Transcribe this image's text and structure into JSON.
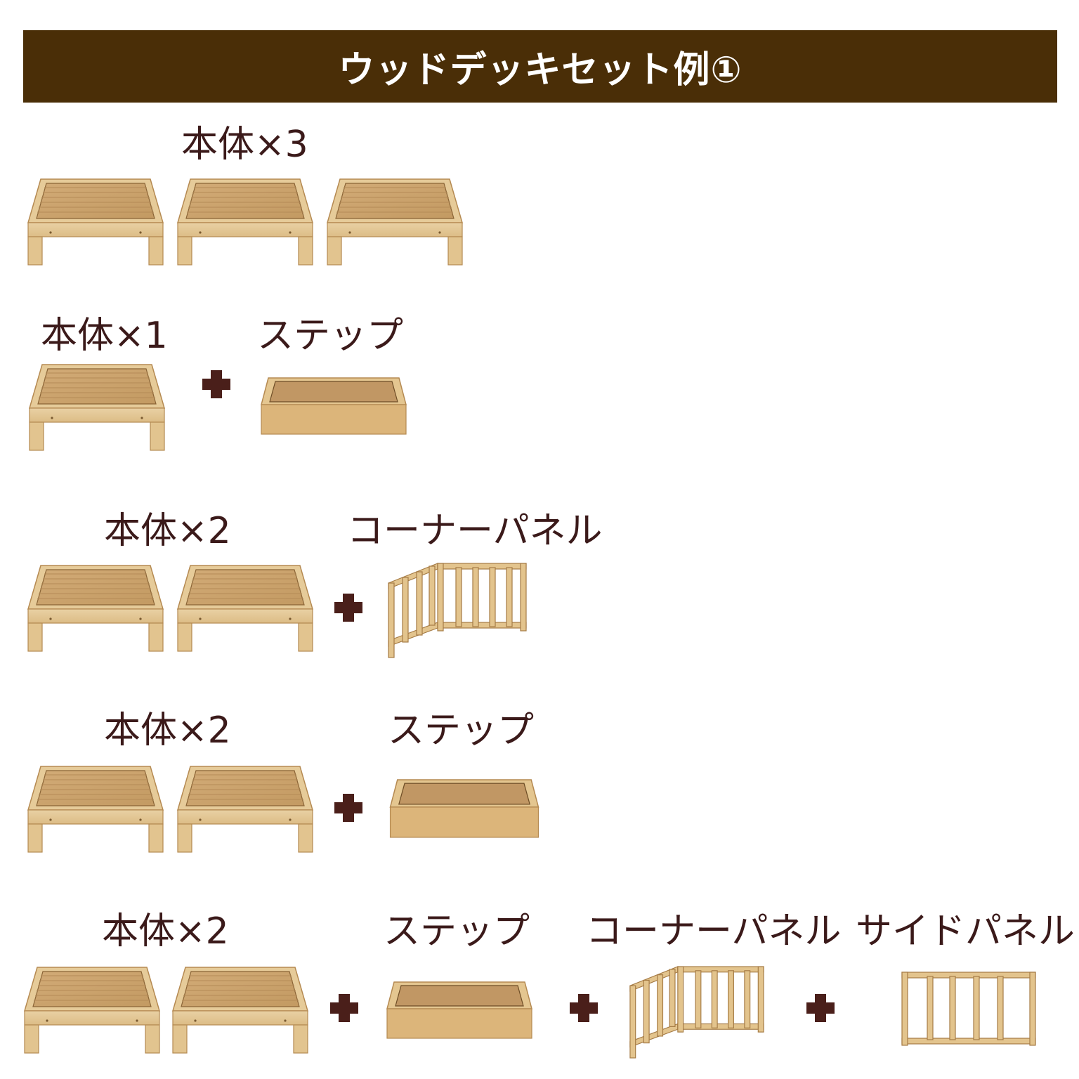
{
  "title": "ウッドデッキセット例①",
  "colors": {
    "header_bg": "#4a2e07",
    "label_text": "#3b1a1a",
    "plus": "#4a1f1a",
    "wood_light": "#e8cfa2",
    "wood_mid": "#d9b57c",
    "wood_dark": "#b98b4e",
    "deck_top": "#c9a06a"
  },
  "rows": [
    {
      "labels": [
        "本体×3"
      ]
    },
    {
      "labels": [
        "本体×1",
        "ステップ"
      ]
    },
    {
      "labels": [
        "本体×2",
        "コーナーパネル"
      ]
    },
    {
      "labels": [
        "本体×2",
        "ステップ"
      ]
    },
    {
      "labels": [
        "本体×2",
        "ステップ",
        "コーナーパネル",
        "サイドパネル"
      ]
    }
  ]
}
